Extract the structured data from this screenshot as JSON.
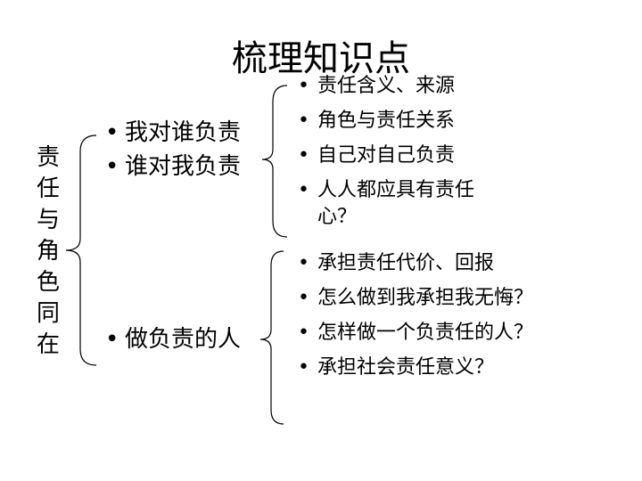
{
  "title": "梳理知识点",
  "root": {
    "label": "责任与角色同在",
    "chars": [
      "责",
      "任",
      "与",
      "角",
      "色",
      "同",
      "在"
    ]
  },
  "groups": [
    {
      "items": [
        "我对谁负责",
        "谁对我负责"
      ],
      "subitems": [
        "责任含义、来源",
        "角色与责任关系",
        "自己对自己负责",
        "人人都应具有责任心？"
      ]
    },
    {
      "items": [
        "做负责的人"
      ],
      "subitems": [
        "承担责任代价、回报",
        "怎么做到我承担我无悔？",
        "怎样做一个负责任的人？",
        "承担社会责任意义？"
      ]
    }
  ]
}
